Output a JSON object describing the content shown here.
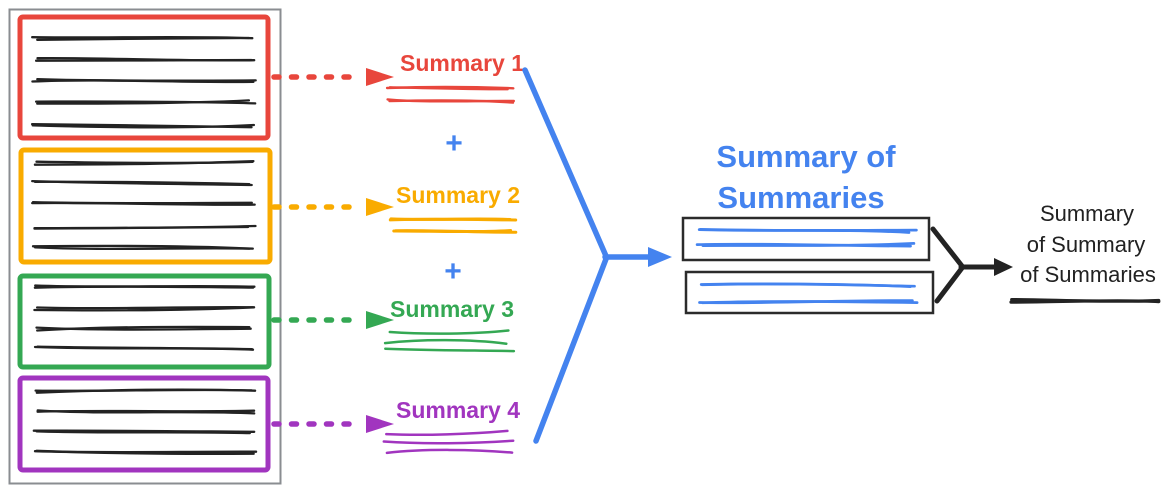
{
  "colors": {
    "red": "#E8463C",
    "yellow": "#F9AB00",
    "green": "#34A853",
    "purple": "#A135BF",
    "blue": "#4483EF",
    "ink_black": "#232323",
    "outer_border_gray": "#8A8D91",
    "final_text": "#212121"
  },
  "diagram": {
    "document_stack": {
      "pages": [
        {
          "id": "page-1",
          "border_color": "#E8463C",
          "text_line_count": 5
        },
        {
          "id": "page-2",
          "border_color": "#F9AB00",
          "text_line_count": 5
        },
        {
          "id": "page-3",
          "border_color": "#34A853",
          "text_line_count": 4
        },
        {
          "id": "page-4",
          "border_color": "#A135BF",
          "text_line_count": 4
        }
      ]
    },
    "summaries": [
      {
        "label": "Summary 1",
        "color": "#E8463C"
      },
      {
        "label": "Summary 2",
        "color": "#F9AB00"
      },
      {
        "label": "Summary 3",
        "color": "#34A853"
      },
      {
        "label": "Summary 4",
        "color": "#A135BF"
      }
    ],
    "plus": "+",
    "summary_of_summaries": {
      "title_line1": "Summary of",
      "title_line2": "Summaries",
      "box_count": 2,
      "scribble_line_count_per_box": 2
    },
    "final_summary": {
      "title_line1": "Summary",
      "title_line2": "of Summary",
      "title_line3": "of Summaries",
      "scribble_line_count": 1
    }
  }
}
